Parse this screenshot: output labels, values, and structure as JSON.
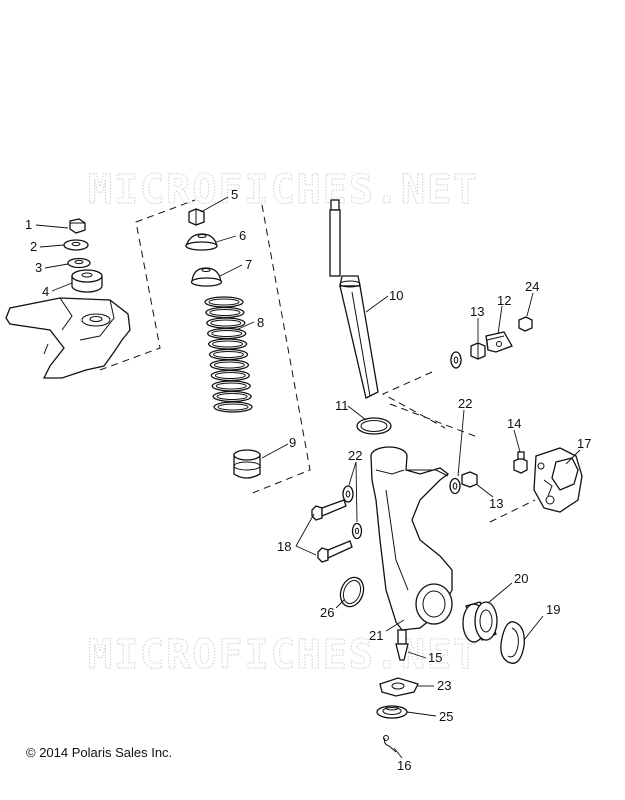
{
  "watermark": "MICROFICHES.NET",
  "copyright": "© 2014 Polaris Sales Inc.",
  "callouts": {
    "c1": "1",
    "c2": "2",
    "c3": "3",
    "c4": "4",
    "c5": "5",
    "c6": "6",
    "c7": "7",
    "c8": "8",
    "c9": "9",
    "c10": "10",
    "c11": "11",
    "c12": "12",
    "c13a": "13",
    "c13b": "13",
    "c14": "14",
    "c15": "15",
    "c16": "16",
    "c17": "17",
    "c18": "18",
    "c19": "19",
    "c20": "20",
    "c21": "21",
    "c22a": "22",
    "c22b": "22",
    "c23": "23",
    "c24": "24",
    "c25": "25",
    "c26": "26"
  }
}
